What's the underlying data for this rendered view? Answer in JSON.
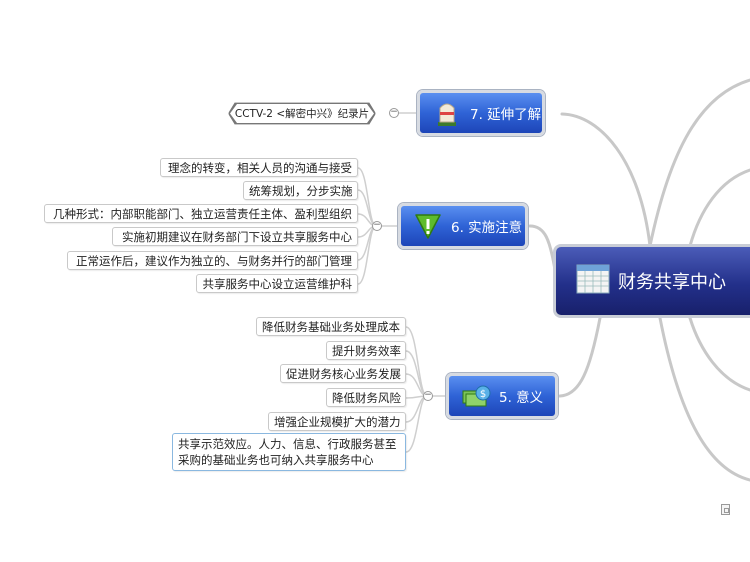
{
  "central": {
    "label": "财务共享中心"
  },
  "topics": [
    {
      "id": "extend",
      "label": "7. 延伸了解",
      "icon": "milestone-icon",
      "leaves": [
        "CCTV-2 <解密中兴》纪录片"
      ]
    },
    {
      "id": "notes",
      "label": "6. 实施注意",
      "icon": "warning-icon",
      "leaves": [
        "理念的转变，相关人员的沟通与接受",
        "统筹规划，分步实施",
        "几种形式：内部职能部门、独立运营责任主体、盈利型组织",
        "实施初期建议在财务部门下设立共享服务中心",
        "正常运作后，建议作为独立的、与财务并行的部门管理",
        "共享服务中心设立运营维护科"
      ]
    },
    {
      "id": "meaning",
      "label": "5. 意义",
      "icon": "money-icon",
      "leaves": [
        "降低财务基础业务处理成本",
        "提升财务效率",
        "促进财务核心业务发展",
        "降低财务风险",
        "增强企业规模扩大的潜力",
        "共享示范效应。人力、信息、行政服务甚至采购的基础业务也可纳入共享服务中心"
      ]
    }
  ],
  "colors": {
    "topic": "#2f63d6",
    "central": "#23308a",
    "line": "#c8c8c8"
  }
}
